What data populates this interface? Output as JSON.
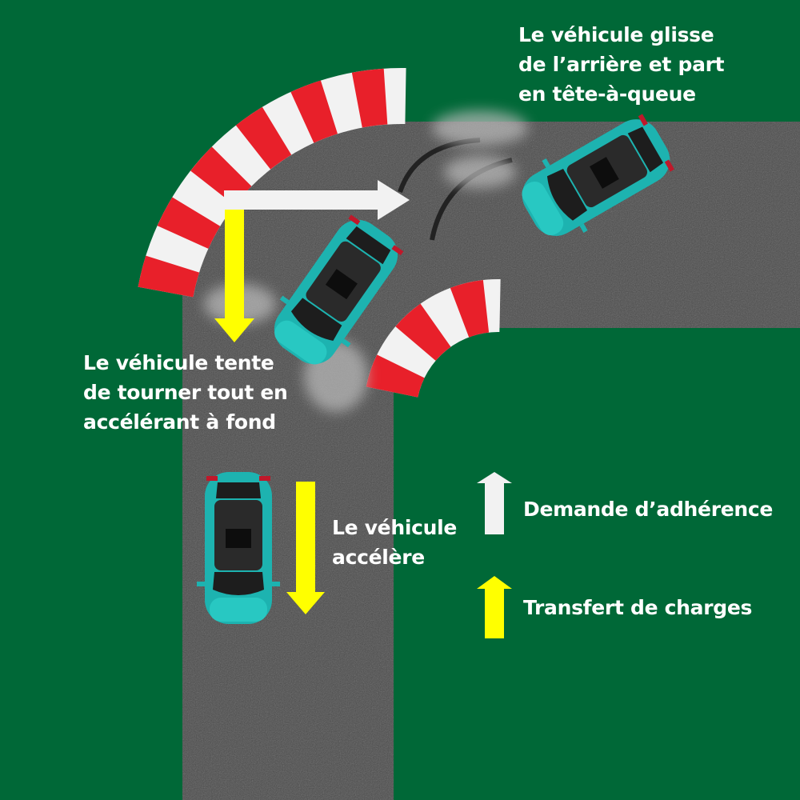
{
  "labels": {
    "spin": [
      "Le véhicule glisse",
      "de l’arrière et part",
      "en tête-à-queue"
    ],
    "turn": [
      "Le véhicule tente",
      "de tourner tout en",
      "accélérant à fond"
    ],
    "accelerate": [
      "Le véhicule",
      "accélère"
    ]
  },
  "legend": {
    "grip_demand": "Demande d’adhérence",
    "load_transfer": "Transfert de charges"
  },
  "colors": {
    "grass": "#006837",
    "asphalt": "#4a4a4a",
    "curb_red": "#e8202a",
    "curb_white": "#f2f2f2",
    "car": "#1db3b0",
    "grip_arrow": "#f2f2f2",
    "load_arrow": "#ffff00"
  }
}
